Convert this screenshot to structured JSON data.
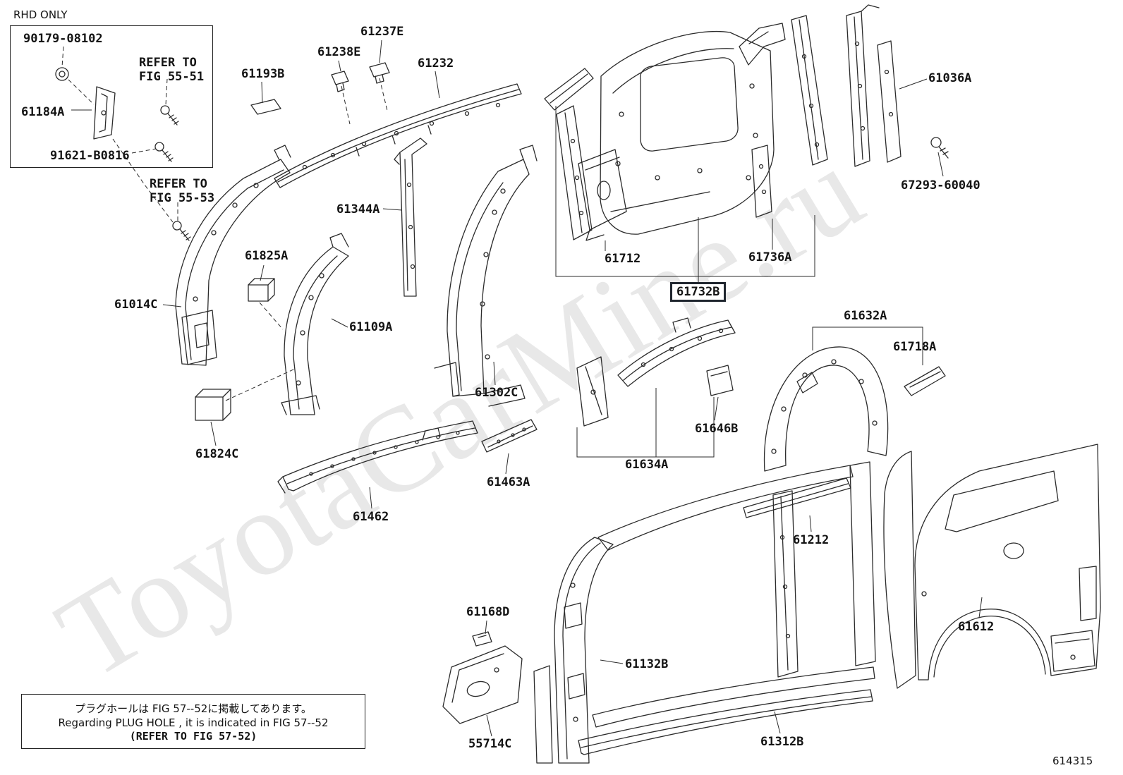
{
  "page": {
    "figure_code": "614315",
    "watermark": "ToyotaCarMine.ru",
    "selected_part": "61732B",
    "line_color": "#2b2b2b"
  },
  "annotations": {
    "rhd_only": "RHD ONLY",
    "refer_55_51_line1": "REFER TO",
    "refer_55_51_line2": "FIG 55-51",
    "refer_55_53_line1": "REFER TO",
    "refer_55_53_line2": "FIG 55-53"
  },
  "note_box": {
    "line_jp": "プラグホールは FIG 57--52に掲載してあります。",
    "line_en": "Regarding PLUG HOLE , it is indicated in FIG 57--52",
    "line_ref": "(REFER TO FIG 57-52)"
  },
  "parts": {
    "n90179_08102": "90179-08102",
    "n61184A": "61184A",
    "n91621_B0816": "91621-B0816",
    "n61193B": "61193B",
    "n61238E": "61238E",
    "n61237E": "61237E",
    "n61232": "61232",
    "n61344A": "61344A",
    "n61825A": "61825A",
    "n61014C": "61014C",
    "n61109A": "61109A",
    "n61824C": "61824C",
    "n61302C": "61302C",
    "n61462": "61462",
    "n61463A": "61463A",
    "n61712": "61712",
    "n61736A": "61736A",
    "n61732B": "61732B",
    "n61036A": "61036A",
    "n67293_60040": "67293-60040",
    "n61632A": "61632A",
    "n61718A": "61718A",
    "n61646B": "61646B",
    "n61634A": "61634A",
    "n61212": "61212",
    "n61168D": "61168D",
    "n61132B": "61132B",
    "n55714C": "55714C",
    "n61312B": "61312B",
    "n61612": "61612"
  }
}
